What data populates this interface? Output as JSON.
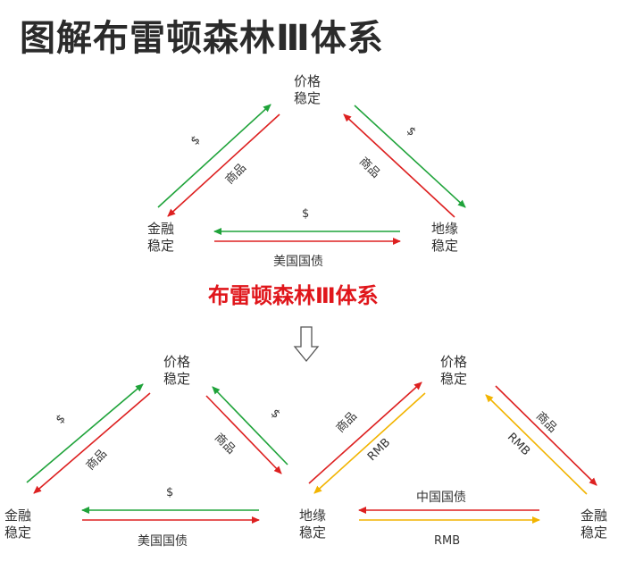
{
  "title": "图解布雷顿森林Ⅲ体系",
  "subtitle": "布雷顿森林Ⅲ体系",
  "colors": {
    "green": "#1fa33a",
    "red": "#dd2020",
    "yellow": "#f2b400"
  },
  "top": {
    "price": {
      "line1": "价格",
      "line2": "稳定"
    },
    "finance": {
      "line1": "金融",
      "line2": "稳定"
    },
    "geo": {
      "line1": "地缘",
      "line2": "稳定"
    },
    "left_dollar": "$",
    "left_goods": "商品",
    "right_dollar": "$",
    "right_goods": "商品",
    "bottom_dollar": "$",
    "bottom_bonds": "美国国债"
  },
  "bottom_left": {
    "price": {
      "line1": "价格",
      "line2": "稳定"
    },
    "finance": {
      "line1": "金融",
      "line2": "稳定"
    },
    "geo": {
      "line1": "地缘",
      "line2": "稳定"
    },
    "left_dollar": "$",
    "left_goods": "商品",
    "right_dollar": "$",
    "right_goods": "商品",
    "bottom_dollar": "$",
    "bottom_bonds": "美国国债"
  },
  "bottom_right": {
    "price": {
      "line1": "价格",
      "line2": "稳定"
    },
    "finance": {
      "line1": "金融",
      "line2": "稳定"
    },
    "left_goods": "商品",
    "left_rmb": "RMB",
    "right_goods": "商品",
    "right_rmb": "RMB",
    "bottom_bonds": "中国国债",
    "bottom_rmb": "RMB"
  }
}
